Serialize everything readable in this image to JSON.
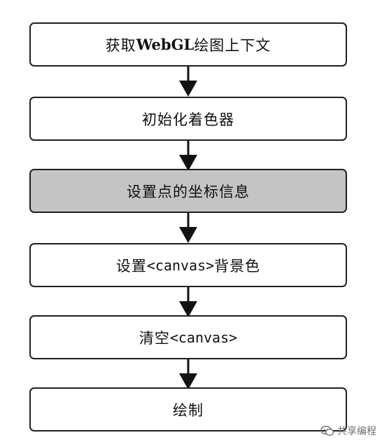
{
  "steps": [
    {
      "text_prefix": "获取",
      "text_latin": "WebGL",
      "text_suffix": "绘图上下文",
      "highlighted": false
    },
    {
      "text": "初始化着色器",
      "highlighted": false
    },
    {
      "text": "设置点的坐标信息",
      "highlighted": true
    },
    {
      "text_prefix": "设置",
      "text_code": "<canvas>",
      "text_suffix": "背景色",
      "highlighted": false
    },
    {
      "text_prefix": "清空",
      "text_code": "<canvas>",
      "highlighted": false
    },
    {
      "text": "绘制",
      "highlighted": false
    }
  ],
  "watermark": {
    "text": "共享编程",
    "icon": "wechat-icon"
  },
  "colors": {
    "box_border": "#1f1f1f",
    "highlight_fill": "#c4c4c4",
    "arrow": "#111111"
  }
}
